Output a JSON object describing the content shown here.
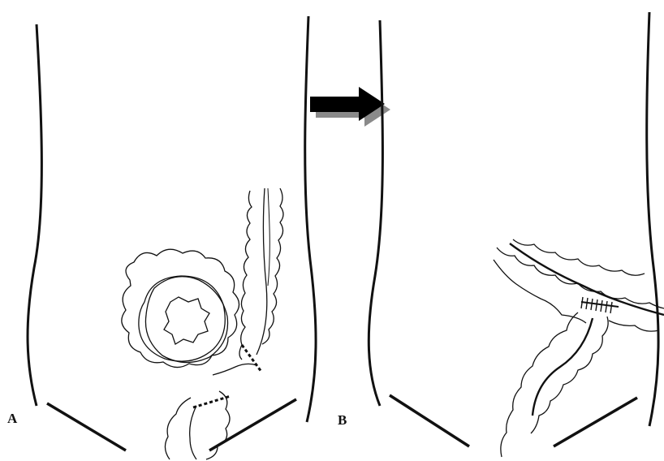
{
  "panels": [
    {
      "id": "A",
      "label": "A"
    },
    {
      "id": "B",
      "label": "B"
    }
  ],
  "colors": {
    "stroke": "#111111",
    "arrow": "#000000",
    "arrow_shadow": "#8a8a8a",
    "background": "#ffffff"
  },
  "icons": [
    "right-arrow-icon"
  ]
}
